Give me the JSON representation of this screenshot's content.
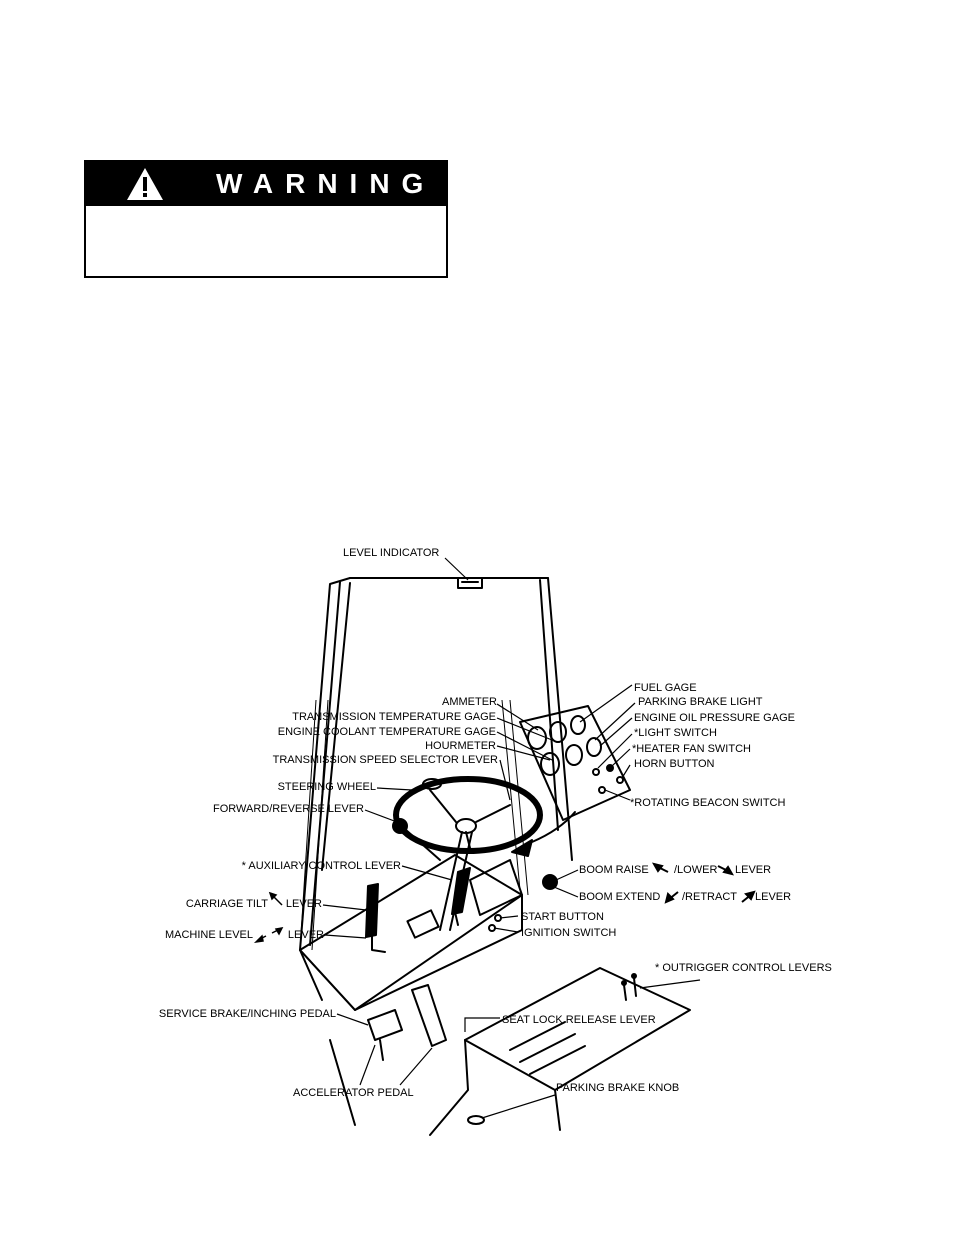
{
  "warning": {
    "title": "WARNING"
  },
  "labels": {
    "level_indicator": "LEVEL INDICATOR",
    "fuel_gage": "FUEL GAGE",
    "parking_brake_light": "PARKING BRAKE LIGHT",
    "engine_oil_pressure_gage": "ENGINE OIL PRESSURE GAGE",
    "light_switch": "*LIGHT SWITCH",
    "heater_fan_switch": "*HEATER FAN SWITCH",
    "horn_button": "HORN BUTTON",
    "rotating_beacon_switch": "*ROTATING BEACON SWITCH",
    "ammeter": "AMMETER",
    "transmission_temperature_gage": "TRANSMISSION TEMPERATURE GAGE",
    "engine_coolant_temperature_gage": "ENGINE COOLANT TEMPERATURE GAGE",
    "hourmeter": "HOURMETER",
    "transmission_speed_selector_lever": "TRANSMISSION SPEED SELECTOR LEVER",
    "steering_wheel": "STEERING WHEEL",
    "forward_reverse_lever": "FORWARD/REVERSE LEVER",
    "auxiliary_control_lever": "* AUXILIARY CONTROL LEVER",
    "carriage_tilt": "CARRIAGE TILT",
    "carriage_tilt_lever": "LEVER",
    "machine_level": "MACHINE LEVEL",
    "machine_level_lever": "LEVER",
    "boom_raise": "BOOM RAISE",
    "boom_lower": "/LOWER",
    "boom_raise_lever": "LEVER",
    "boom_extend": "BOOM EXTEND",
    "boom_retract": "/RETRACT",
    "boom_extend_lever": "LEVER",
    "start_button": "START BUTTON",
    "ignition_switch": "IGNITION SWITCH",
    "outrigger_control_levers": "* OUTRIGGER CONTROL LEVERS",
    "service_brake_inching_pedal": "SERVICE BRAKE/INCHING PEDAL",
    "seat_lock_release_lever": "SEAT LOCK RELEASE LEVER",
    "accelerator_pedal": "ACCELERATOR PEDAL",
    "parking_brake_knob": "PARKING BRAKE KNOB"
  }
}
